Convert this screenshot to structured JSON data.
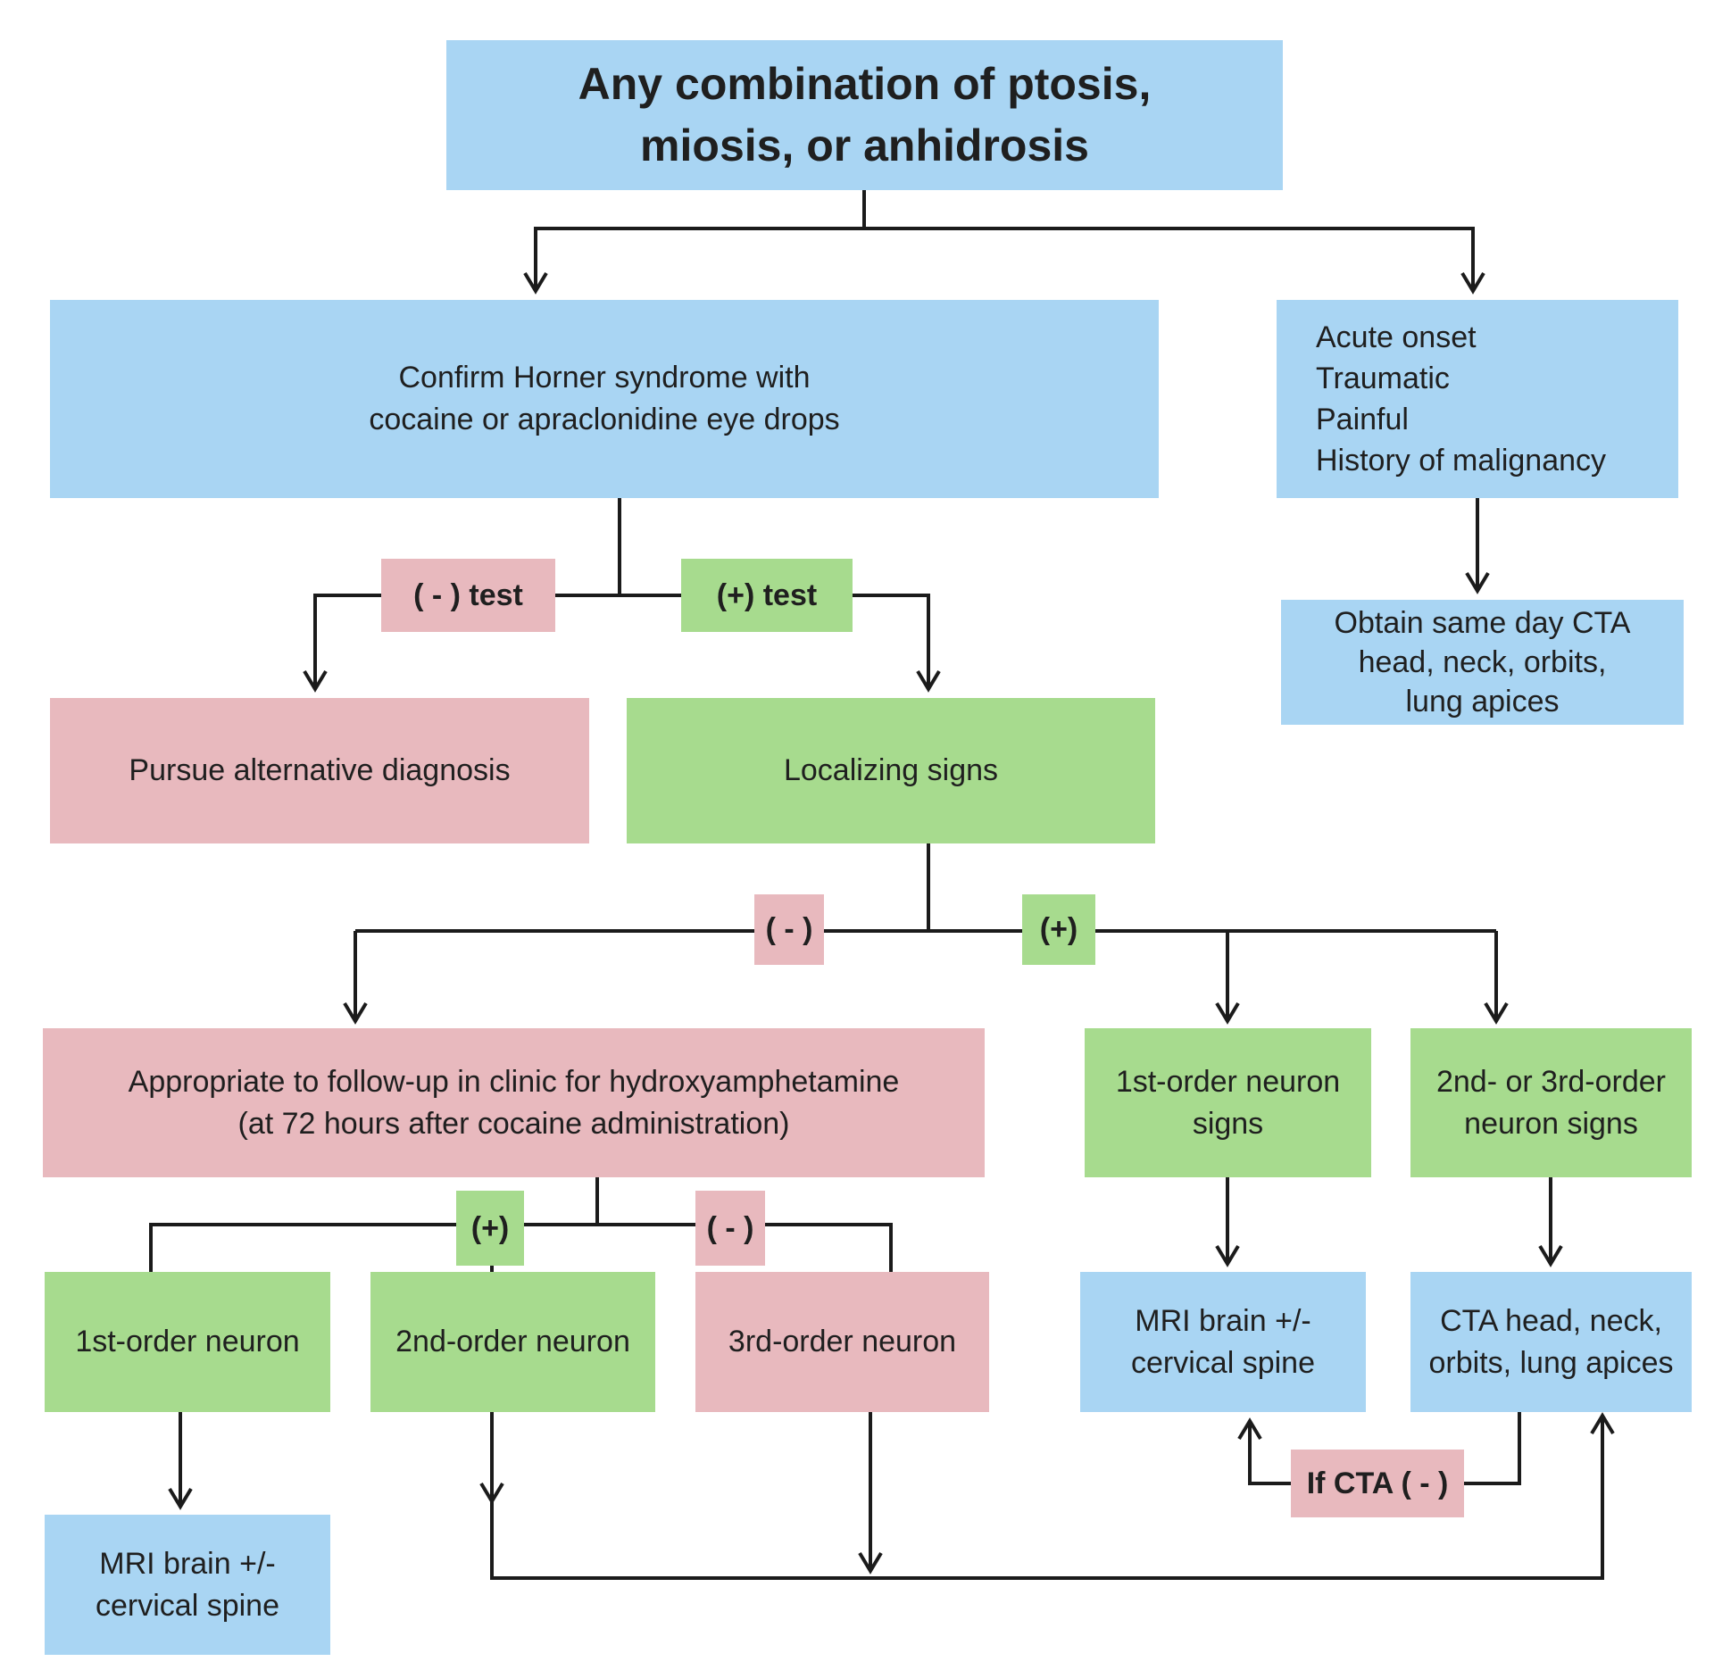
{
  "colors": {
    "box_blue": "#A9D5F3",
    "box_green": "#A7DB8E",
    "box_pink": "#E8B9BE",
    "line": "#1B1B1B",
    "text": "#1F1F1F",
    "background": "#FFFFFF"
  },
  "nodes": {
    "start": {
      "lines": [
        "Any combination of ptosis,",
        "miosis, or anhidrosis"
      ]
    },
    "confirm": {
      "lines": [
        "Confirm Horner syndrome with",
        "cocaine or apraclonidine eye drops"
      ]
    },
    "red_flags": {
      "lines": [
        "Acute onset",
        "Traumatic",
        "Painful",
        "History of malignancy"
      ]
    },
    "obtain_cta": {
      "lines": [
        "Obtain same day CTA",
        "head, neck, orbits,",
        "lung apices"
      ]
    },
    "pursue": {
      "lines": [
        "Pursue alternative diagnosis"
      ]
    },
    "localizing": {
      "lines": [
        "Localizing signs"
      ]
    },
    "appropriate": {
      "lines": [
        "Appropriate to follow-up in clinic for hydroxyamphetamine",
        "(at 72 hours after cocaine administration)"
      ]
    },
    "first_order_signs": {
      "lines": [
        "1st-order neuron",
        "signs"
      ]
    },
    "second_third_order_signs": {
      "lines": [
        "2nd- or 3rd-order",
        "neuron signs"
      ]
    },
    "first_order": {
      "lines": [
        "1st-order neuron"
      ]
    },
    "second_order": {
      "lines": [
        "2nd-order neuron"
      ]
    },
    "third_order": {
      "lines": [
        "3rd-order neuron"
      ]
    },
    "mri_right": {
      "lines": [
        "MRI brain +/-",
        "cervical spine"
      ]
    },
    "cta_right": {
      "lines": [
        "CTA head, neck,",
        "orbits, lung apices"
      ]
    },
    "mri_left": {
      "lines": [
        "MRI brain +/-",
        "cervical spine"
      ]
    }
  },
  "labels": {
    "neg_test": "( - ) test",
    "pos_test": "(+) test",
    "neg_localizing": "( - )",
    "pos_localizing": "(+)",
    "pos_hydroxy": "(+)",
    "neg_hydroxy": "( - )",
    "if_cta_neg": "If CTA ( - )"
  }
}
